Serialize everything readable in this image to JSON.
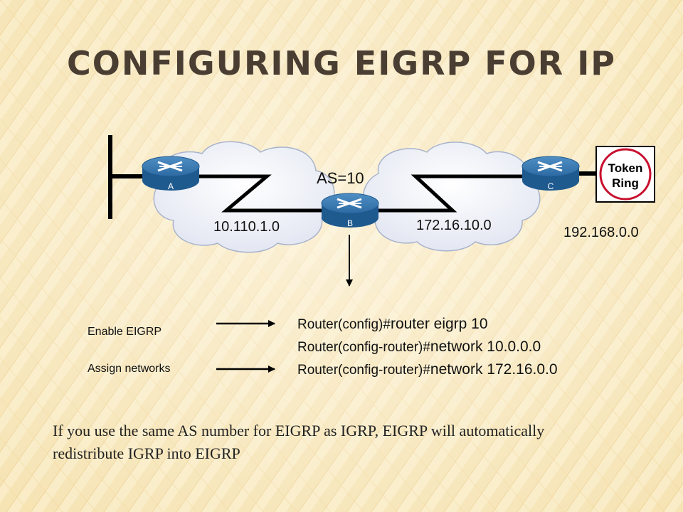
{
  "title": "Configuring EIGRP for IP",
  "diagram": {
    "as_label": "AS=10",
    "routers": {
      "a": "A",
      "b": "B",
      "c": "C"
    },
    "networks": {
      "left": "10.110.1.0",
      "middle": "172.16.10.0",
      "right": "192.168.0.0"
    },
    "token_ring": {
      "line1": "Token",
      "line2": "Ring"
    }
  },
  "steps": {
    "enable_label": "Enable EIGRP",
    "assign_label": "Assign networks"
  },
  "commands": [
    {
      "prompt": "Router(config)#",
      "command": "router eigrp 10"
    },
    {
      "prompt": "Router(config-router)#",
      "command": "network 10.0.0.0"
    },
    {
      "prompt": "Router(config-router)#",
      "command": "network 172.16.0.0"
    }
  ],
  "note": "If you use the same AS number for EIGRP as IGRP, EIGRP will automatically redistribute IGRP into EIGRP"
}
